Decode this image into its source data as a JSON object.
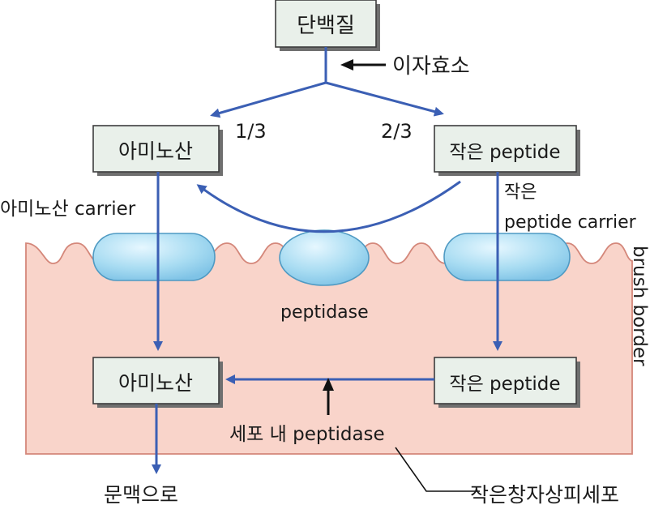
{
  "diagram": {
    "top_node": "단백질",
    "enzyme_label": "이자효소",
    "split_left": "1/3",
    "split_right": "2/3",
    "amino_acid_upper": "아미노산",
    "small_peptide_upper": "작은 peptide",
    "amino_carrier_label": "아미노산 carrier",
    "peptide_carrier_line1": "작은",
    "peptide_carrier_line2": "peptide carrier",
    "brush_border_label": "brush border",
    "membrane_peptidase_label": "peptidase",
    "amino_acid_lower": "아미노산",
    "small_peptide_lower": "작은 peptide",
    "intracellular_peptidase_label": "세포 내 peptidase",
    "portal_label": "문맥으로",
    "cell_label": "작은창자상피세포"
  },
  "colors": {
    "arrow": "#3b5fb4",
    "cell_fill": "#f9d4ca",
    "cell_stroke": "#d4877a",
    "carrier_fill": "#a8dcf2",
    "box_fill": "#e9f0ea"
  }
}
